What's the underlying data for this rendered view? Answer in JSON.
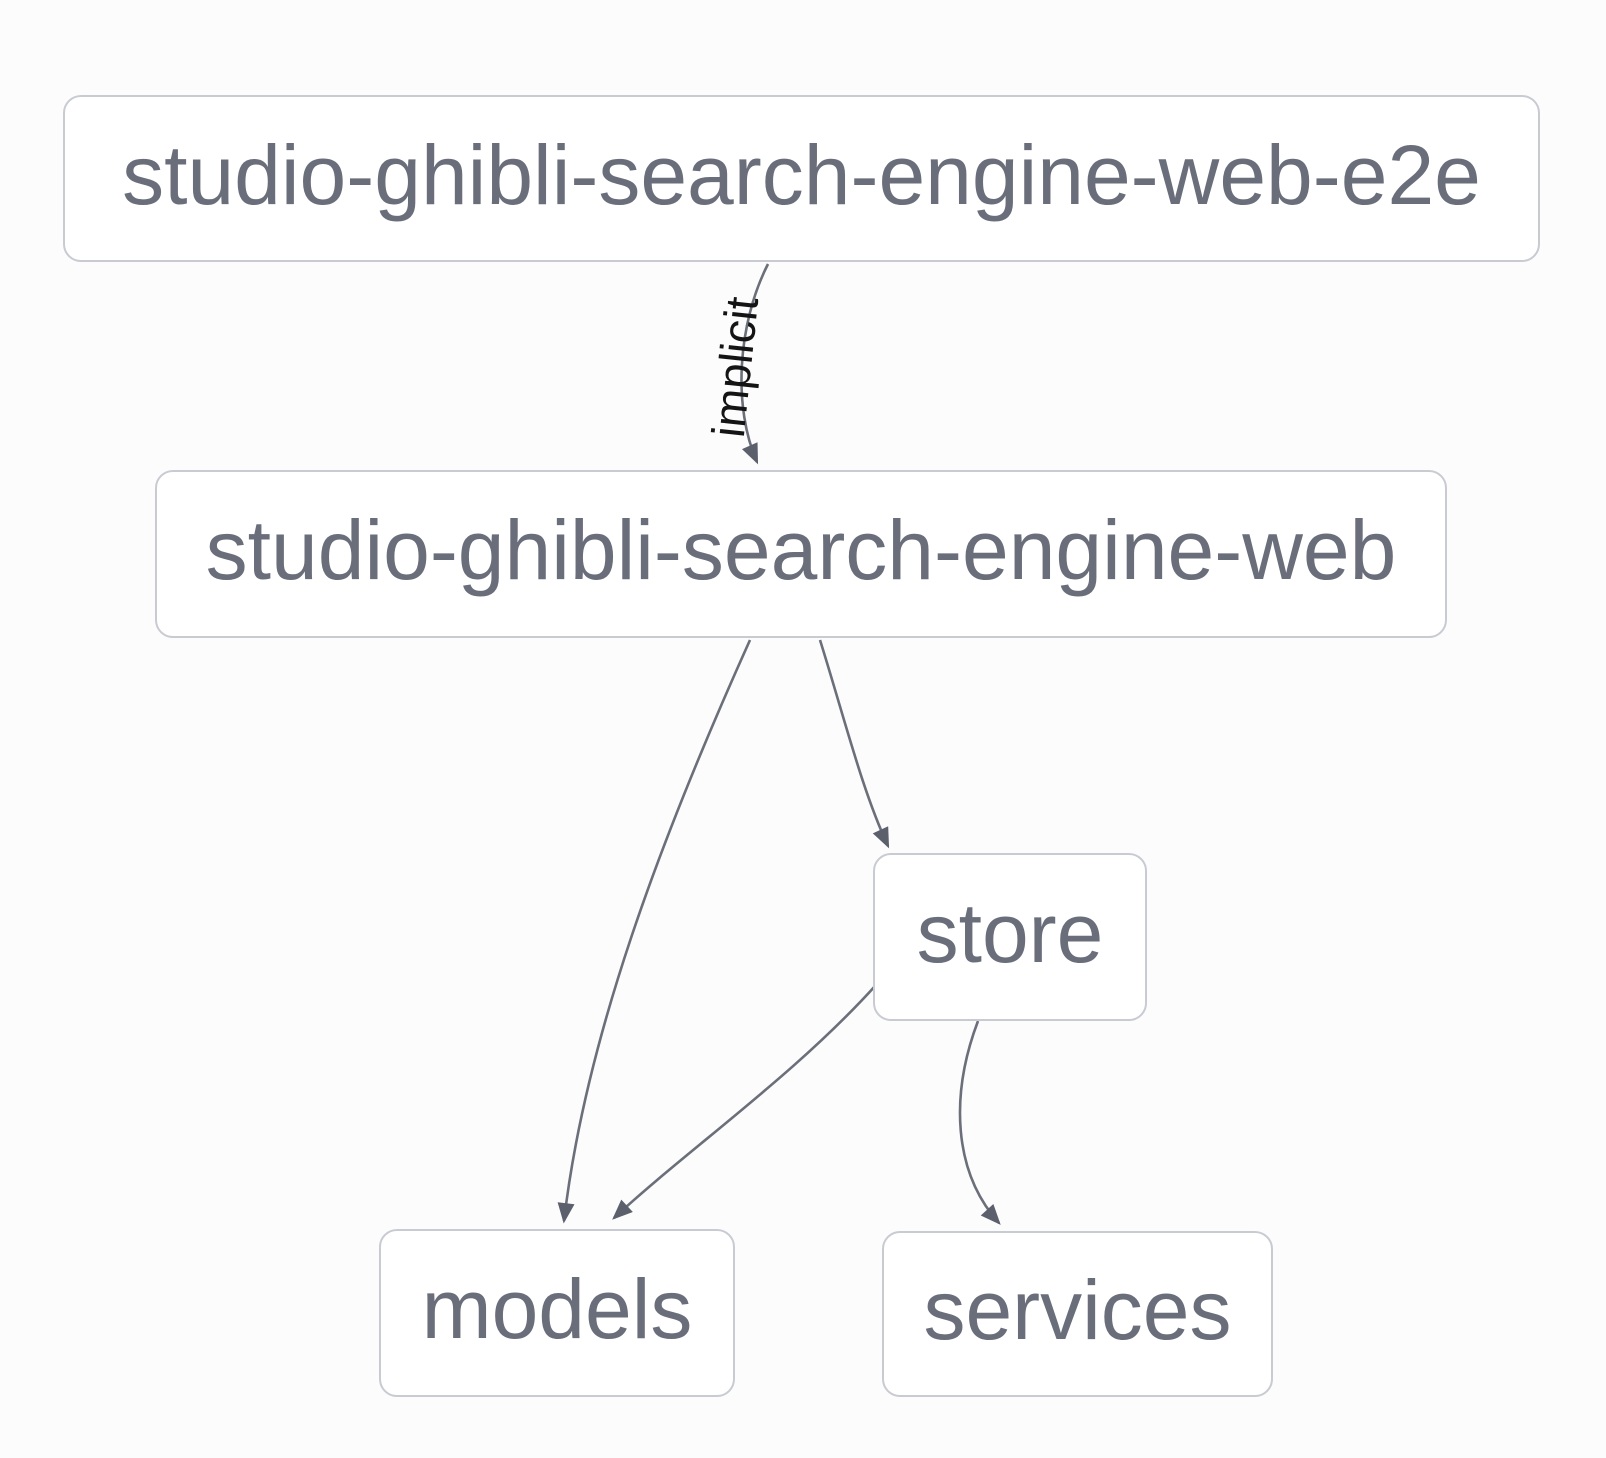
{
  "diagram": {
    "kind": "project-dependency-graph",
    "colors": {
      "background": "#fcfcfd",
      "node_fill": "#ffffff",
      "node_border": "#c9cbd3",
      "node_text": "#6a6e7b",
      "edge": "#6b6f7a",
      "arrowhead": "#5c606c",
      "edge_label_text": "#141414"
    },
    "nodes": [
      {
        "id": "e2e",
        "label": "studio-ghibli-search-engine-web-e2e"
      },
      {
        "id": "web",
        "label": "studio-ghibli-search-engine-web"
      },
      {
        "id": "store",
        "label": "store"
      },
      {
        "id": "models",
        "label": "models"
      },
      {
        "id": "services",
        "label": "services"
      }
    ],
    "edges": [
      {
        "from": "studio-ghibli-search-engine-web-e2e",
        "to": "studio-ghibli-search-engine-web",
        "label": "implicit"
      },
      {
        "from": "studio-ghibli-search-engine-web",
        "to": "models",
        "label": ""
      },
      {
        "from": "studio-ghibli-search-engine-web",
        "to": "store",
        "label": ""
      },
      {
        "from": "store",
        "to": "models",
        "label": ""
      },
      {
        "from": "store",
        "to": "services",
        "label": ""
      }
    ]
  }
}
